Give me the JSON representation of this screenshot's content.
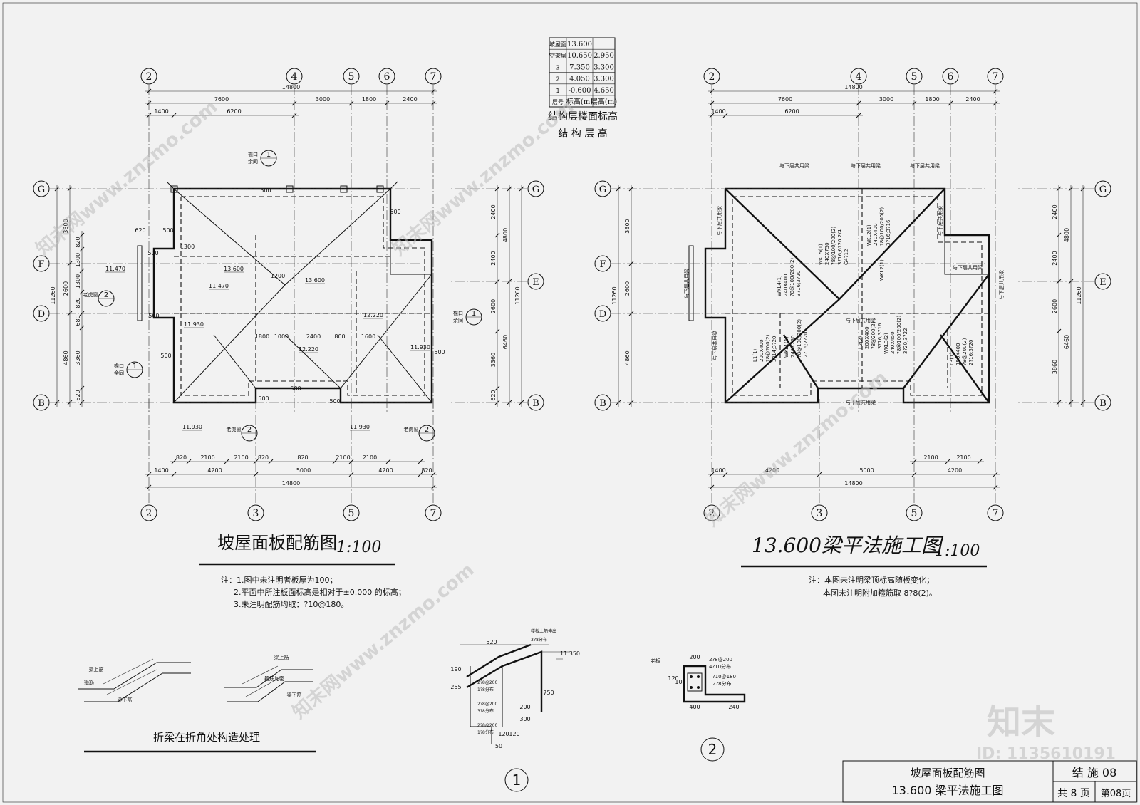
{
  "level_table": {
    "rows": [
      [
        "坡屋面",
        "13.600",
        ""
      ],
      [
        "空架层",
        "10.650",
        "2.950"
      ],
      [
        "3",
        "7.350",
        "3.300"
      ],
      [
        "2",
        "4.050",
        "3.300"
      ],
      [
        "1",
        "-0.600",
        "4.650"
      ],
      [
        "层号",
        "标高(m)",
        "层高(m)"
      ]
    ],
    "caption1": "结构层楼面标高",
    "caption2": "结 构 层 高"
  },
  "left_plan": {
    "title": "坡屋面板配筋图",
    "scale": "1:100",
    "notes": [
      "注：1.图中未注明者板厚为100；",
      "2.平面中所注板面标高是相对于±0.000 的标高；",
      "3.未注明配筋均取：?10@180。"
    ],
    "axes_top": [
      "2",
      "4",
      "5",
      "6",
      "7"
    ],
    "axes_bottom": [
      "2",
      "3",
      "5",
      "7"
    ],
    "axes_left": [
      "G",
      "F",
      "D",
      "B"
    ],
    "axes_right": [
      "G",
      "E",
      "B"
    ],
    "dims_top_total": "14800",
    "dims_top_1": [
      "7600",
      "3000",
      "1800",
      "2400"
    ],
    "dims_top_2": [
      "1400",
      "6200"
    ],
    "dims_bottom_1": [
      "820",
      "2100",
      "2100",
      "820",
      "820",
      "2100",
      "2100"
    ],
    "dims_bottom_2": [
      "1400",
      "4200",
      "5000",
      "4200",
      "820"
    ],
    "dims_bottom_total": "14800",
    "dims_left_total": "11260",
    "dims_left": [
      "3800",
      "2600",
      "4860"
    ],
    "dims_left_inner": [
      "820",
      "1300",
      "1300",
      "820",
      "680",
      "3360",
      "620"
    ],
    "dims_right_total": "11260",
    "dims_right": [
      "4800",
      "6460"
    ],
    "dims_right_inner": [
      "2400",
      "2400",
      "2600",
      "3360",
      "620"
    ],
    "elevations": [
      "13.600",
      "13.600",
      "11.470",
      "11.470",
      "12.220",
      "12.220",
      "11.930",
      "11.930",
      "11.930",
      "11.930"
    ],
    "inner_dims": [
      "620",
      "500",
      "500",
      "1300",
      "500",
      "1200",
      "500",
      "1800",
      "1000",
      "2400",
      "800",
      "1600",
      "500",
      "500",
      "500",
      "500",
      "500",
      "500"
    ],
    "callout_labels": [
      "檐口",
      "余同",
      "老虎窗"
    ],
    "callout_numbers": [
      "1",
      "1",
      "1",
      "2",
      "2",
      "2"
    ]
  },
  "right_plan": {
    "title": "13.600梁平法施工图",
    "scale": "1:100",
    "notes": [
      "注：本图未注明梁顶标高随板变化；",
      "本图未注明附加箍筋取 8?8(2)。"
    ],
    "axes_top": [
      "2",
      "4",
      "5",
      "6",
      "7"
    ],
    "axes_bottom": [
      "2",
      "3",
      "5",
      "7"
    ],
    "axes_left": [
      "G",
      "F",
      "D",
      "B"
    ],
    "axes_right": [
      "G",
      "E",
      "B"
    ],
    "dims_top_total": "14800",
    "dims_top_1": [
      "7600",
      "3000",
      "1800",
      "2400"
    ],
    "dims_top_2": [
      "1400",
      "6200"
    ],
    "dims_bottom_1": [
      "2100",
      "2100"
    ],
    "dims_bottom_2": [
      "1400",
      "4200",
      "5000",
      "4200"
    ],
    "dims_bottom_total": "14800",
    "dims_left_total": "11260",
    "dims_left": [
      "3800",
      "2600",
      "4860"
    ],
    "dims_right_total": "11260",
    "dims_right": [
      "4800",
      "6460"
    ],
    "dims_right_inner": [
      "2400",
      "2400",
      "2600",
      "3860"
    ],
    "same_as_below": "与下层共用梁",
    "beams": [
      {
        "name": "WKL5(1)",
        "lines": [
          "240X750",
          "?8@100/200(2)",
          "3?16;6?20 2/4",
          "G4?12"
        ]
      },
      {
        "name": "WKL2(1)",
        "lines": [
          "240X400",
          "?8@100/200(2)",
          "3?16;3?16"
        ]
      },
      {
        "name": "WKL2(1)",
        "lines": []
      },
      {
        "name": "WKL4(1)",
        "lines": [
          "240X400",
          "?8@100/200(2)",
          "3?16;3?20"
        ]
      },
      {
        "name": "WKL1(1)",
        "lines": [
          "240X250",
          "?8@100/200(2)",
          "2?16;2?20"
        ]
      },
      {
        "name": "L1(1)",
        "lines": [
          "200X400",
          "?8@200(2)",
          "3?14;3?20"
        ]
      },
      {
        "name": "L2(2)",
        "lines": [
          "200X400",
          "?8@200(2)",
          "3?16;3?16"
        ]
      },
      {
        "name": "WKL3(2)",
        "lines": [
          "240X450",
          "?8@100/200(2)",
          "3?20;3?22"
        ]
      },
      {
        "name": "L3(1)",
        "lines": [
          "150X400",
          "?8@200(2)",
          "2?16;3?20"
        ]
      }
    ]
  },
  "details": {
    "beam_fold_caption": "折梁在折角处构造处理",
    "beam_fold_labels": [
      "梁上筋",
      "梁下筋",
      "箍筋",
      "梁上筋",
      "梁下筋",
      "箍筋加密"
    ],
    "detail1": {
      "number": "1",
      "labels": [
        "520",
        "190",
        "255",
        "750",
        "200",
        "300",
        "120",
        "120",
        "50",
        "11.350"
      ],
      "bar_notes": [
        "楼板上筋伸出",
        "3?8分布",
        "2?8@200",
        "1?8分布",
        "2?8@200",
        "3?8分布",
        "2?8@200",
        "1?8分布"
      ]
    },
    "detail2": {
      "number": "2",
      "labels": [
        "200",
        "400",
        "240",
        "100",
        "120"
      ],
      "bar_notes": [
        "2?8@200",
        "4?10分布",
        "?10@180",
        "2?8分布",
        "老板"
      ]
    }
  },
  "title_block": {
    "line1": "坡屋面板配筋图",
    "line2": "13.600 梁平法施工图",
    "sheet_label": "结 施 08",
    "pages_total": "共 8 页",
    "page_no": "第08页"
  },
  "watermarks": [
    "知末网www.znzmo.com",
    "知末",
    "ID: 1135610191"
  ]
}
